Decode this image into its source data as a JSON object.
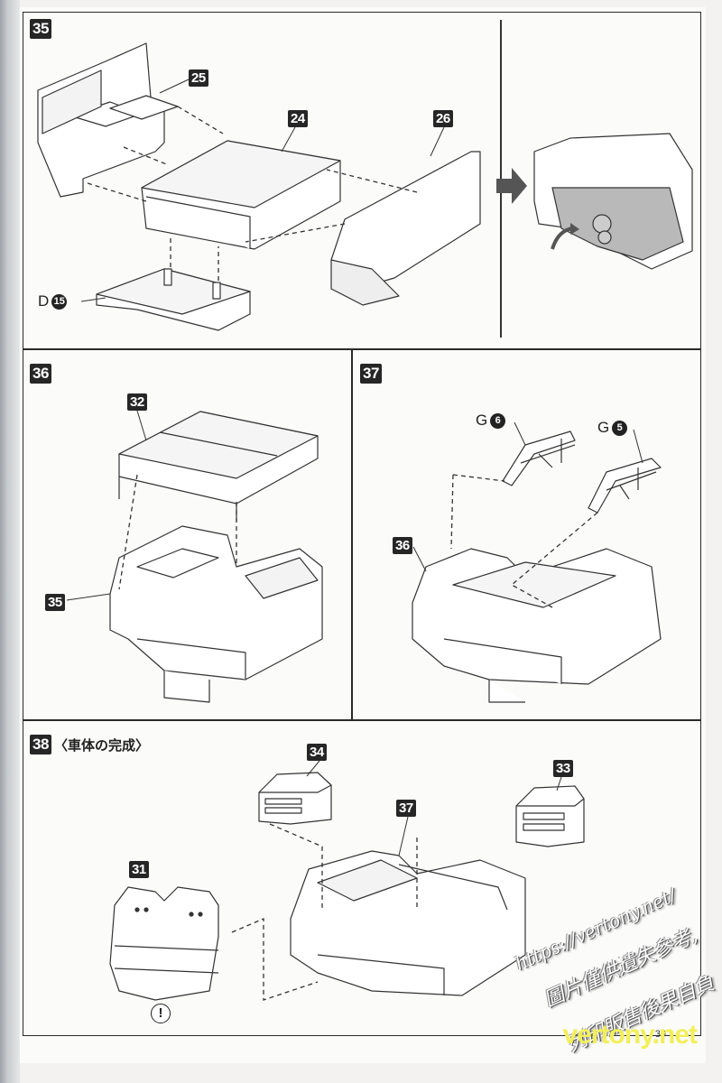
{
  "document": {
    "type": "model kit assembly instructions",
    "page_number": "39",
    "watermark": {
      "url": "https://vertony.net/",
      "line2": "圖片僅供遺失參考,",
      "line3": "列印販售後果自負",
      "brand": "vertony.net"
    }
  },
  "steps": [
    {
      "id": "35",
      "parts": [
        "25",
        "24",
        "26"
      ],
      "runner_parts": [
        {
          "runner": "D",
          "number": "15"
        }
      ],
      "result_note": "assembled view with rear plate"
    },
    {
      "id": "36",
      "parts": [
        "32",
        "35"
      ]
    },
    {
      "id": "37",
      "parts": [
        "36"
      ],
      "runner_parts": [
        {
          "runner": "G",
          "number": "6"
        },
        {
          "runner": "G",
          "number": "5"
        }
      ]
    },
    {
      "id": "38",
      "title": "〈車体の完成〉",
      "parts": [
        "34",
        "33",
        "37",
        "31"
      ],
      "caution_icon": "!"
    }
  ],
  "icons": {
    "flow_arrow": "arrow-right-icon",
    "rotate_arrow": "curved-arrow-icon",
    "caution": "exclamation-circle-icon"
  },
  "colors": {
    "badge": "#262626",
    "line": "#2a2a2a",
    "plate_fill": "#b9b9b9",
    "flow_arrow": "#555555",
    "watermark_yellow": "#f2ef5a"
  }
}
